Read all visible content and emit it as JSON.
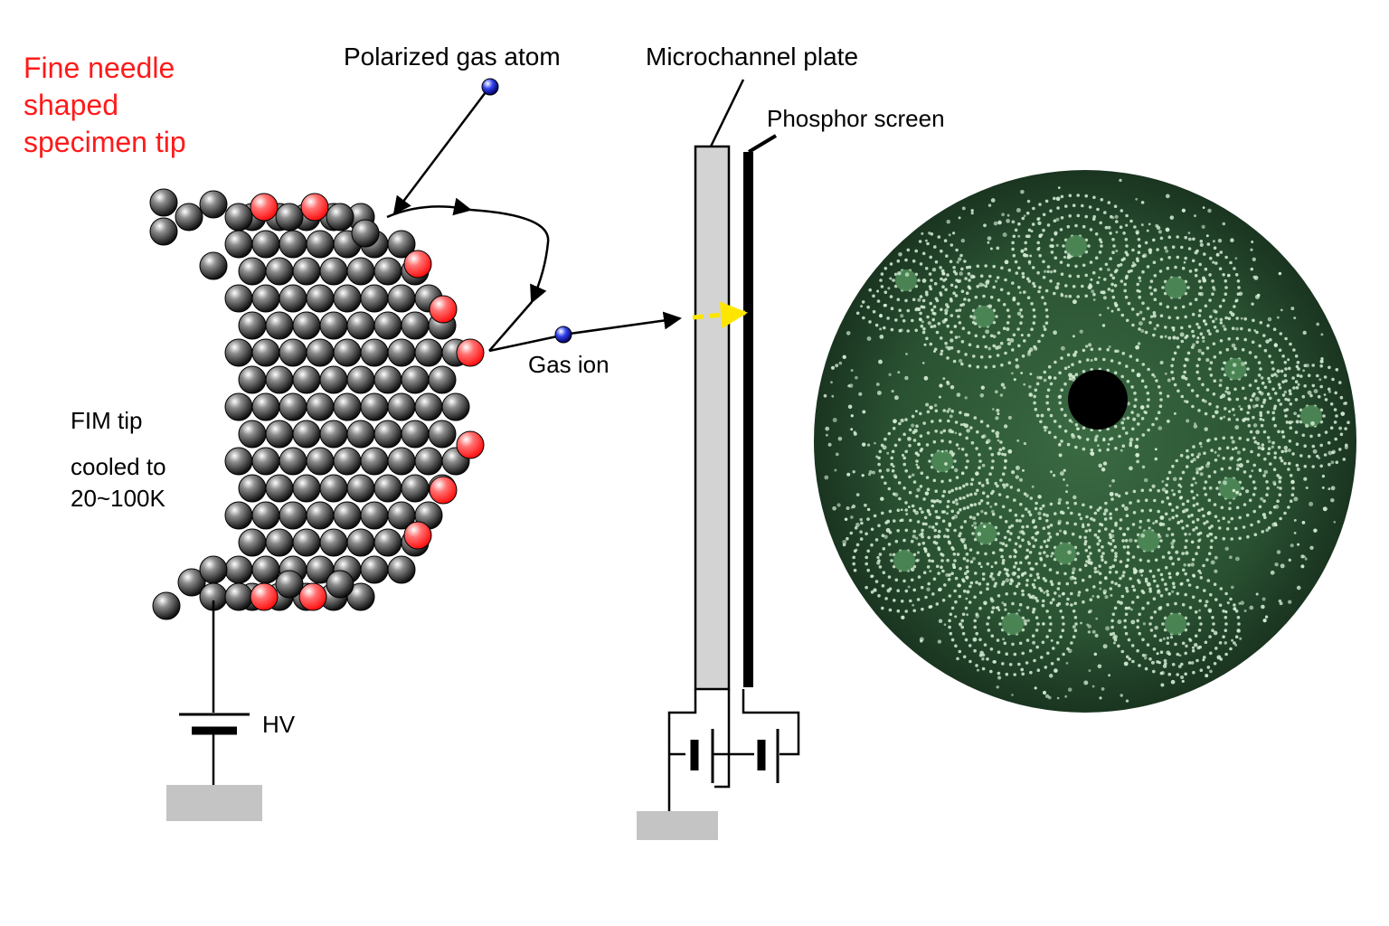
{
  "labels": {
    "specimen_line1": "Fine needle",
    "specimen_line2": "shaped",
    "specimen_line3": "specimen tip",
    "polarized_gas_atom": "Polarized gas atom",
    "microchannel_plate": "Microchannel plate",
    "phosphor_screen": "Phosphor screen",
    "gas_ion": "Gas ion",
    "fim_tip": "FIM tip",
    "cooled_line1": "cooled to",
    "cooled_line2": "20~100K",
    "hv": "HV"
  },
  "colors": {
    "text_highlight": "#ff1a1a",
    "atom": "#333333",
    "surface_atom": "#ff4d4d",
    "gas_particle": "#2233cc",
    "plate_fill": "#d3d3d3",
    "ground": "#c4c4c4",
    "screen_bg": "#1d3a22",
    "screen_spot": "#d8f0d8",
    "ion_path": "#ffee00"
  },
  "icons": {
    "battery": "battery-symbol",
    "ground": "ground-block"
  }
}
